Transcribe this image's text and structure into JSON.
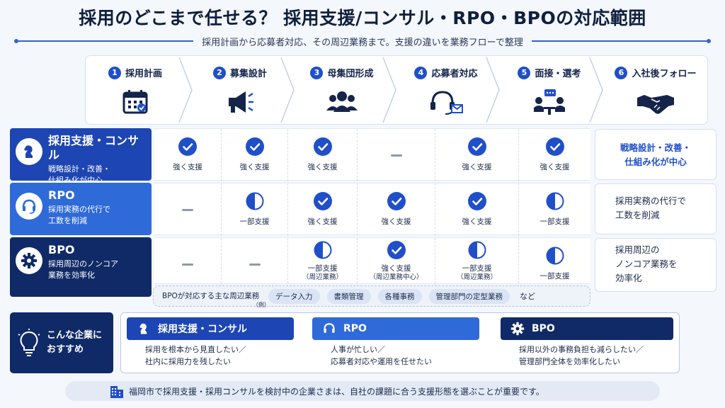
{
  "title": "採用のどこまで任せる？ 採用支援/コンサル・RPO・BPOの対応範囲",
  "subtitle": "採用計画から応募者対応、その周辺業務まで。支援の違いを業務フローで整理",
  "steps": [
    {
      "num": "1",
      "label": "採用計画",
      "icon": "calendar-icon"
    },
    {
      "num": "2",
      "label": "募集設計",
      "icon": "megaphone-icon"
    },
    {
      "num": "3",
      "label": "母集団形成",
      "icon": "people-group-icon"
    },
    {
      "num": "4",
      "label": "応募者対応",
      "icon": "headset-mail-icon"
    },
    {
      "num": "5",
      "label": "面接・選考",
      "icon": "interview-icon"
    },
    {
      "num": "6",
      "label": "入社後フォロー",
      "icon": "handshake-icon"
    }
  ],
  "rows": [
    {
      "name": "採用支援・コンサル",
      "desc": [
        "戦略設計・改善・",
        "仕組み化が中心"
      ],
      "icon": "chess-knight-icon",
      "color": "#1d45b3",
      "cells": [
        {
          "mark": "check",
          "label": "強く支援",
          "sub": ""
        },
        {
          "mark": "check",
          "label": "強く支援",
          "sub": ""
        },
        {
          "mark": "check",
          "label": "強く支援",
          "sub": ""
        },
        {
          "mark": "dash",
          "label": "",
          "sub": ""
        },
        {
          "mark": "check",
          "label": "強く支援",
          "sub": ""
        },
        {
          "mark": "check",
          "label": "強く支援",
          "sub": ""
        }
      ],
      "side": [
        "戦略設計・改善・",
        "仕組み化が中心"
      ]
    },
    {
      "name": "RPO",
      "desc": [
        "採用実務の代行で",
        "工数を削減"
      ],
      "icon": "headset-icon",
      "color": "#2f6ad9",
      "cells": [
        {
          "mark": "dash",
          "label": "",
          "sub": ""
        },
        {
          "mark": "half",
          "label": "一部支援",
          "sub": ""
        },
        {
          "mark": "check",
          "label": "強く支援",
          "sub": ""
        },
        {
          "mark": "check",
          "label": "強く支援",
          "sub": ""
        },
        {
          "mark": "check",
          "label": "強く支援",
          "sub": ""
        },
        {
          "mark": "half",
          "label": "一部支援",
          "sub": ""
        }
      ],
      "side": [
        "採用実務の代行で",
        "工数を削減"
      ]
    },
    {
      "name": "BPO",
      "desc": [
        "採用周辺のノンコア",
        "業務を効率化"
      ],
      "icon": "gear-icon",
      "color": "#0f2a66",
      "cells": [
        {
          "mark": "dash",
          "label": "",
          "sub": ""
        },
        {
          "mark": "dash",
          "label": "",
          "sub": ""
        },
        {
          "mark": "half",
          "label": "一部支援",
          "sub": "（周辺業務）"
        },
        {
          "mark": "check",
          "label": "強く支援",
          "sub": "（周辺業務中心）"
        },
        {
          "mark": "half",
          "label": "一部支援",
          "sub": "（周辺業務）"
        },
        {
          "mark": "half",
          "label": "一部支援",
          "sub": ""
        }
      ],
      "side": [
        "採用周辺の",
        "ノンコア業務を",
        "効率化"
      ]
    }
  ],
  "bpo_bar": {
    "title": "BPOが対応する主な周辺業務",
    "note": "（例）",
    "chips": [
      "データ入力",
      "書類管理",
      "各種事務",
      "管理部門の定型業務"
    ],
    "etc": "など"
  },
  "recommend": {
    "label": [
      "こんな企業に",
      "おすすめ"
    ],
    "icon": "lightbulb-icon",
    "cards": [
      {
        "title": "採用支援・コンサル",
        "icon": "chess-knight-icon",
        "color": "#1d45b3",
        "body": [
          "採用を根本から見直したい／",
          "社内に採用力を残したい"
        ]
      },
      {
        "title": "RPO",
        "icon": "headset-icon",
        "color": "#2f6ad9",
        "body": [
          "人事が忙しい／",
          "応募者対応や運用を任せたい"
        ]
      },
      {
        "title": "BPO",
        "icon": "gear-icon",
        "color": "#0f2a66",
        "body": [
          "採用以外の事務負担も減らしたい／",
          "管理部門全体を効率化したい"
        ]
      }
    ]
  },
  "footer": {
    "icon": "building-icon",
    "text": "福岡市で採用支援・採用コンサルを検討中の企業さまは、自社の課題に合う支援形態を選ぶことが重要です。"
  }
}
